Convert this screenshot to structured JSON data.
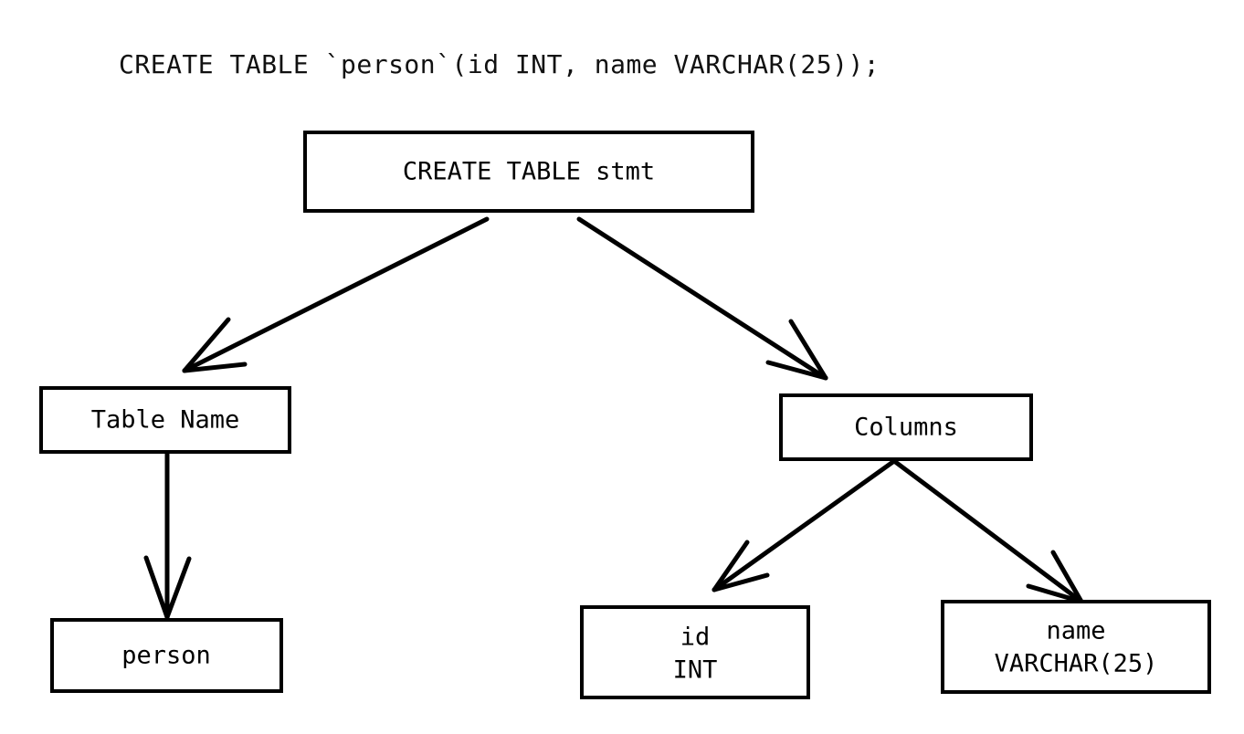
{
  "diagram": {
    "title": "CREATE TABLE `person`(id INT, name VARCHAR(25));",
    "background_color": "#ffffff",
    "stroke_color": "#000000",
    "text_color": "#000000",
    "nodes": [
      {
        "id": "root",
        "label": "CREATE TABLE stmt",
        "line1": "CREATE TABLE stmt",
        "line2": ""
      },
      {
        "id": "table-name",
        "label": "Table Name",
        "line1": "Table Name",
        "line2": ""
      },
      {
        "id": "person",
        "label": "person",
        "line1": "person",
        "line2": ""
      },
      {
        "id": "columns",
        "label": "Columns",
        "line1": "Columns",
        "line2": ""
      },
      {
        "id": "col-id",
        "label": "id INT",
        "line1": "id",
        "line2": "INT"
      },
      {
        "id": "col-name",
        "label": "name VARCHAR(25)",
        "line1": "name",
        "line2": "VARCHAR(25)"
      }
    ],
    "edges": [
      {
        "from": "root",
        "to": "table-name"
      },
      {
        "from": "root",
        "to": "columns"
      },
      {
        "from": "table-name",
        "to": "person"
      },
      {
        "from": "columns",
        "to": "col-id"
      },
      {
        "from": "columns",
        "to": "col-name"
      }
    ]
  }
}
